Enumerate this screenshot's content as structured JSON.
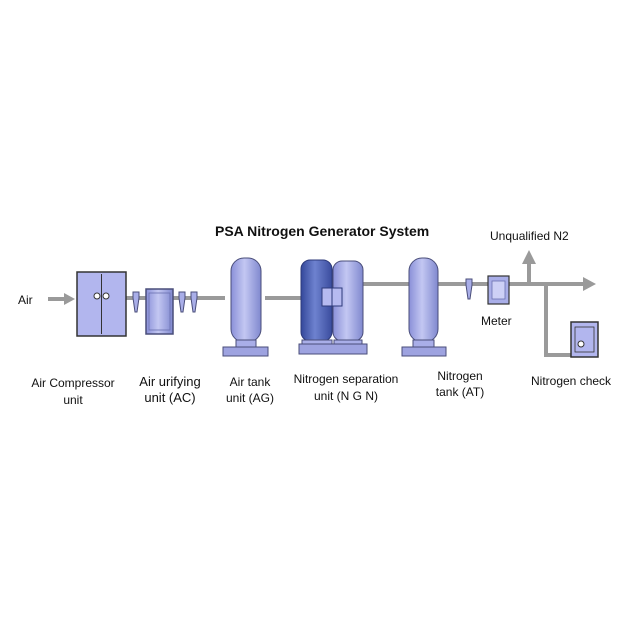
{
  "title": "PSA Nitrogen Generator System",
  "input_label": "Air",
  "components": [
    {
      "id": "compressor",
      "line1": "Air Compressor",
      "line2": "unit"
    },
    {
      "id": "purifier",
      "line1": "Air urifying",
      "line2": "unit (AC)"
    },
    {
      "id": "air_tank",
      "line1": "Air tank",
      "line2": "unit (AG)"
    },
    {
      "id": "separator",
      "line1": "Nitrogen separation",
      "line2": "unit (N G N)"
    },
    {
      "id": "n2_tank",
      "line1": "Nitrogen",
      "line2": "tank (AT)"
    }
  ],
  "meter_label": "Meter",
  "unqualified_label": "Unqualified N2",
  "check_label": "Nitrogen check",
  "colors": {
    "pipe": "#9a9a9a",
    "vessel_fill": "#a9aee8",
    "vessel_dark": "#4a5fb0",
    "outline": "#4a4e7a"
  }
}
